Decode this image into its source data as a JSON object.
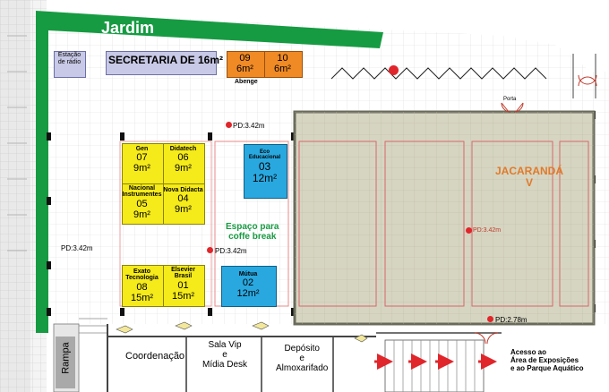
{
  "garden": {
    "label": "Jardim"
  },
  "radio_station": {
    "label": "Estação de rádio"
  },
  "secretariat": {
    "label": "SECRETARIA DE 16m²"
  },
  "abenge": {
    "label": "Abenge",
    "booths": [
      {
        "number": "09",
        "size": "6m²"
      },
      {
        "number": "10",
        "size": "6m²"
      }
    ]
  },
  "door_label": "Porta",
  "yellow_booths": [
    {
      "name": "Gen",
      "number": "07",
      "size": "9m²"
    },
    {
      "name": "Didatech",
      "number": "06",
      "size": "9m²"
    },
    {
      "name": "Nacional Instrumentes",
      "number": "05",
      "size": "9m²"
    },
    {
      "name": "Nova Didacta",
      "number": "04",
      "size": "9m²"
    },
    {
      "name": "Exato Tecnologia",
      "number": "08",
      "size": "15m²"
    },
    {
      "name": "Elsevier Brasil",
      "number": "01",
      "size": "15m²"
    }
  ],
  "blue_booths": [
    {
      "name": "Eco Educacional",
      "number": "03",
      "size": "12m²"
    },
    {
      "name": "Mútua",
      "number": "02",
      "size": "12m²"
    }
  ],
  "coffee_break": {
    "line1": "Espaço para",
    "line2": "coffe break"
  },
  "jacaranda": {
    "line1": "JACARANDÁ",
    "line2": "V"
  },
  "ceiling_heights": {
    "pd_top": "PD:3.42m",
    "pd_mid": "PD:3.42m",
    "pd_left": "PD:3.42m",
    "pd_hall": "PD:3.42m",
    "pd_bottom": "PD:2.78m"
  },
  "bottom_rooms": {
    "ramp": "Rampa",
    "coordination": "Coordenação",
    "vip": {
      "line1": "Sala Vip",
      "line2": "e",
      "line3": "Mídia Desk"
    },
    "storage": {
      "line1": "Depósito",
      "line2": "e",
      "line3": "Almoxarifado"
    },
    "access": {
      "line1": "Acesso ao",
      "line2": "Área de Exposições",
      "line3": "e ao Parque Aquático"
    }
  },
  "colors": {
    "garden_green": "#169b42",
    "booth_yellow": "#f5ea1a",
    "booth_blue": "#29a8e0",
    "booth_orange": "#f08a24",
    "hall_fill": "#d6d5c1",
    "dot_red": "#e0262b",
    "grid": "#d9d9d9"
  }
}
